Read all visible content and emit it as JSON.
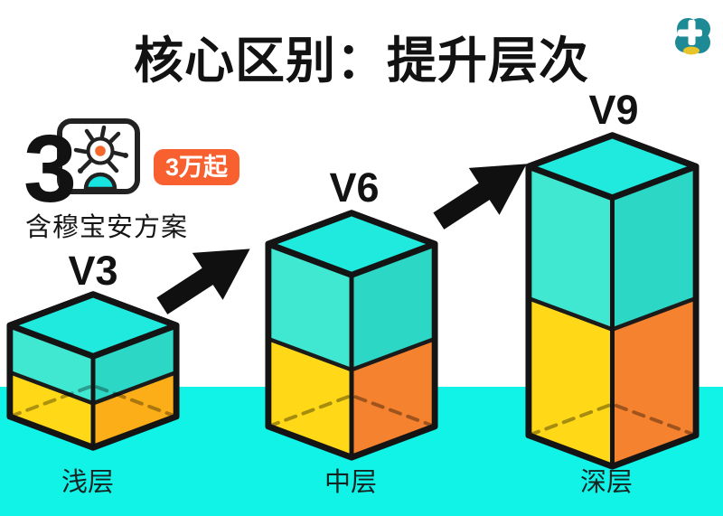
{
  "title": "核心区别：提升层次",
  "promo": {
    "number": "3",
    "badge_label": "3万起",
    "caption": "含穆宝安方案"
  },
  "levels": [
    {
      "version": "V3",
      "depth_label": "浅层"
    },
    {
      "version": "V6",
      "depth_label": "中层"
    },
    {
      "version": "V9",
      "depth_label": "深层"
    }
  ],
  "colors": {
    "box_top": "#1FEADD",
    "box_left_upper": "#40E8D2",
    "box_right_upper": "#2CD8C5",
    "box_left_lower": "#FFD817",
    "box_right_lower_v3": "#FBAE17",
    "box_right_lower": "#F5822F",
    "outline": "#141414",
    "floor": "#12F3E8",
    "badge_bg": "#F8602F",
    "accent_orange": "#F4682C",
    "icon_cyan": "#17E3E0",
    "logo_teal": "#1D8A96",
    "logo_yellow": "#E7C52A"
  }
}
